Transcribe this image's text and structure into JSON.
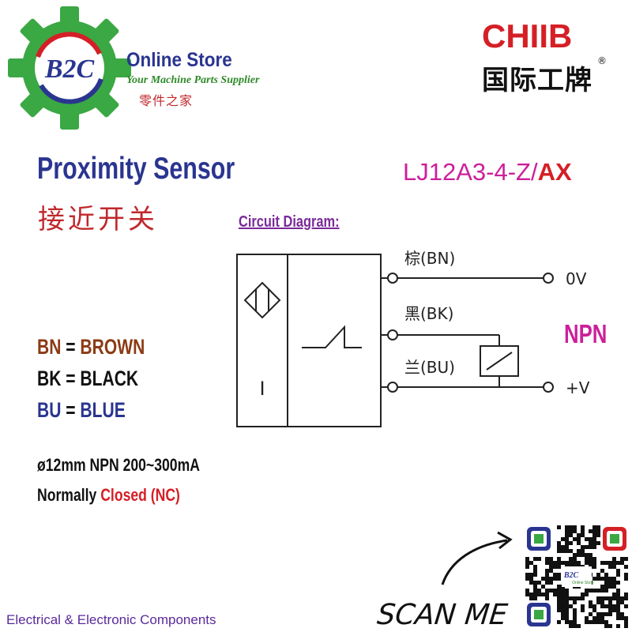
{
  "store": {
    "logo_text": "B2C",
    "title": "Online Store",
    "tagline": "Your Machine Parts Supplier",
    "name_cn": "零件之家",
    "qr_logo_text": "B2C",
    "qr_logo_caption": "Online Store"
  },
  "brand": {
    "name": "CHIIB",
    "name_cn": "国际工牌",
    "registered": "®",
    "color": "#d51f26"
  },
  "product": {
    "title": "Proximity Sensor",
    "title_cn": "接近开关",
    "model_main": "LJ12A3-4-Z/",
    "model_suffix": "AX"
  },
  "chart_data": {
    "type": "diagram",
    "title": "Circuit Diagram:",
    "wires": [
      {
        "label": "棕(BN)",
        "terminal": "0V"
      },
      {
        "label": "黑(BK)",
        "terminal": ""
      },
      {
        "label": "兰(BU)",
        "terminal": "+V"
      }
    ],
    "sensor_mark": "I",
    "output_type": "NPN"
  },
  "legend": [
    {
      "code": "BN",
      "sep": " = ",
      "name": "BROWN",
      "color": "#8b3a14"
    },
    {
      "code": "BK",
      "sep": " = ",
      "name": "BLACK",
      "color": "#111111"
    },
    {
      "code": "BU",
      "sep": " = ",
      "name": "BLUE",
      "color": "#2a3590"
    }
  ],
  "specs": {
    "line1": "ø12mm NPN 200~300mA",
    "line2_prefix": "Normally ",
    "line2_highlight": "Closed (NC)"
  },
  "scan": {
    "label": "SCAN ME"
  },
  "footer": {
    "text": "Electrical & Electronic Components"
  }
}
